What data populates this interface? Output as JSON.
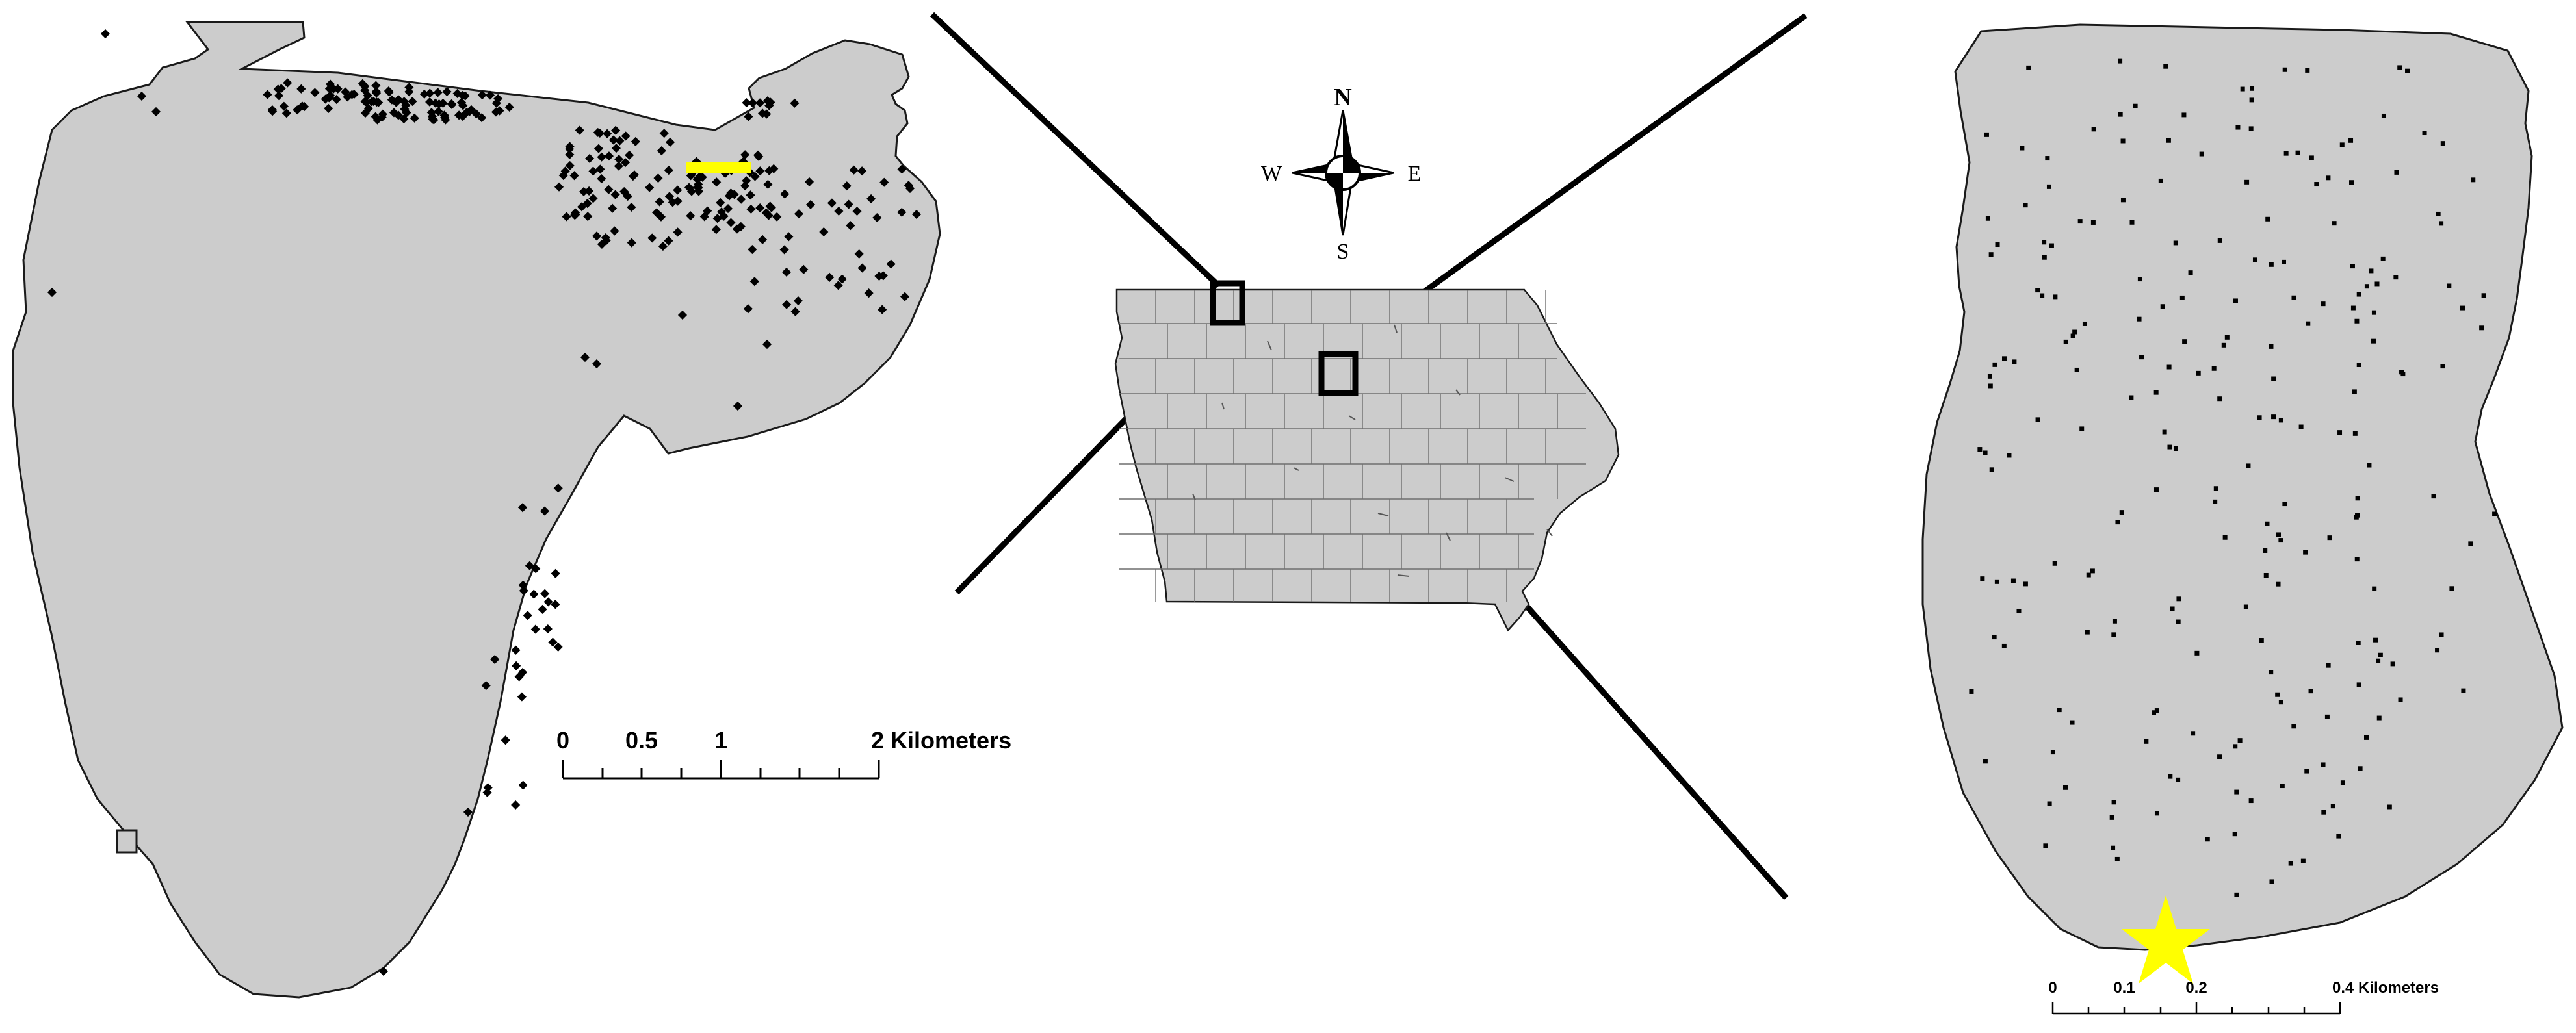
{
  "north_arrow": {
    "n": "N",
    "s": "S",
    "e": "E",
    "w": "W"
  },
  "left_map": {
    "scale_labels": [
      "0",
      "0.5",
      "1",
      "2 Kilometers"
    ],
    "marker": "yellow-line",
    "marker_color": "#ffff00",
    "point_color": "#000000",
    "land_color": "#cccccc"
  },
  "right_map": {
    "scale_labels": [
      "0",
      "0.1",
      "0.2",
      "0.4 Kilometers"
    ],
    "marker": "yellow-star",
    "marker_color": "#ffff00",
    "point_color": "#000000",
    "land_color": "#cccccc"
  },
  "state_map": {
    "inset_boxes": 2,
    "fill_color": "#cccccc"
  }
}
